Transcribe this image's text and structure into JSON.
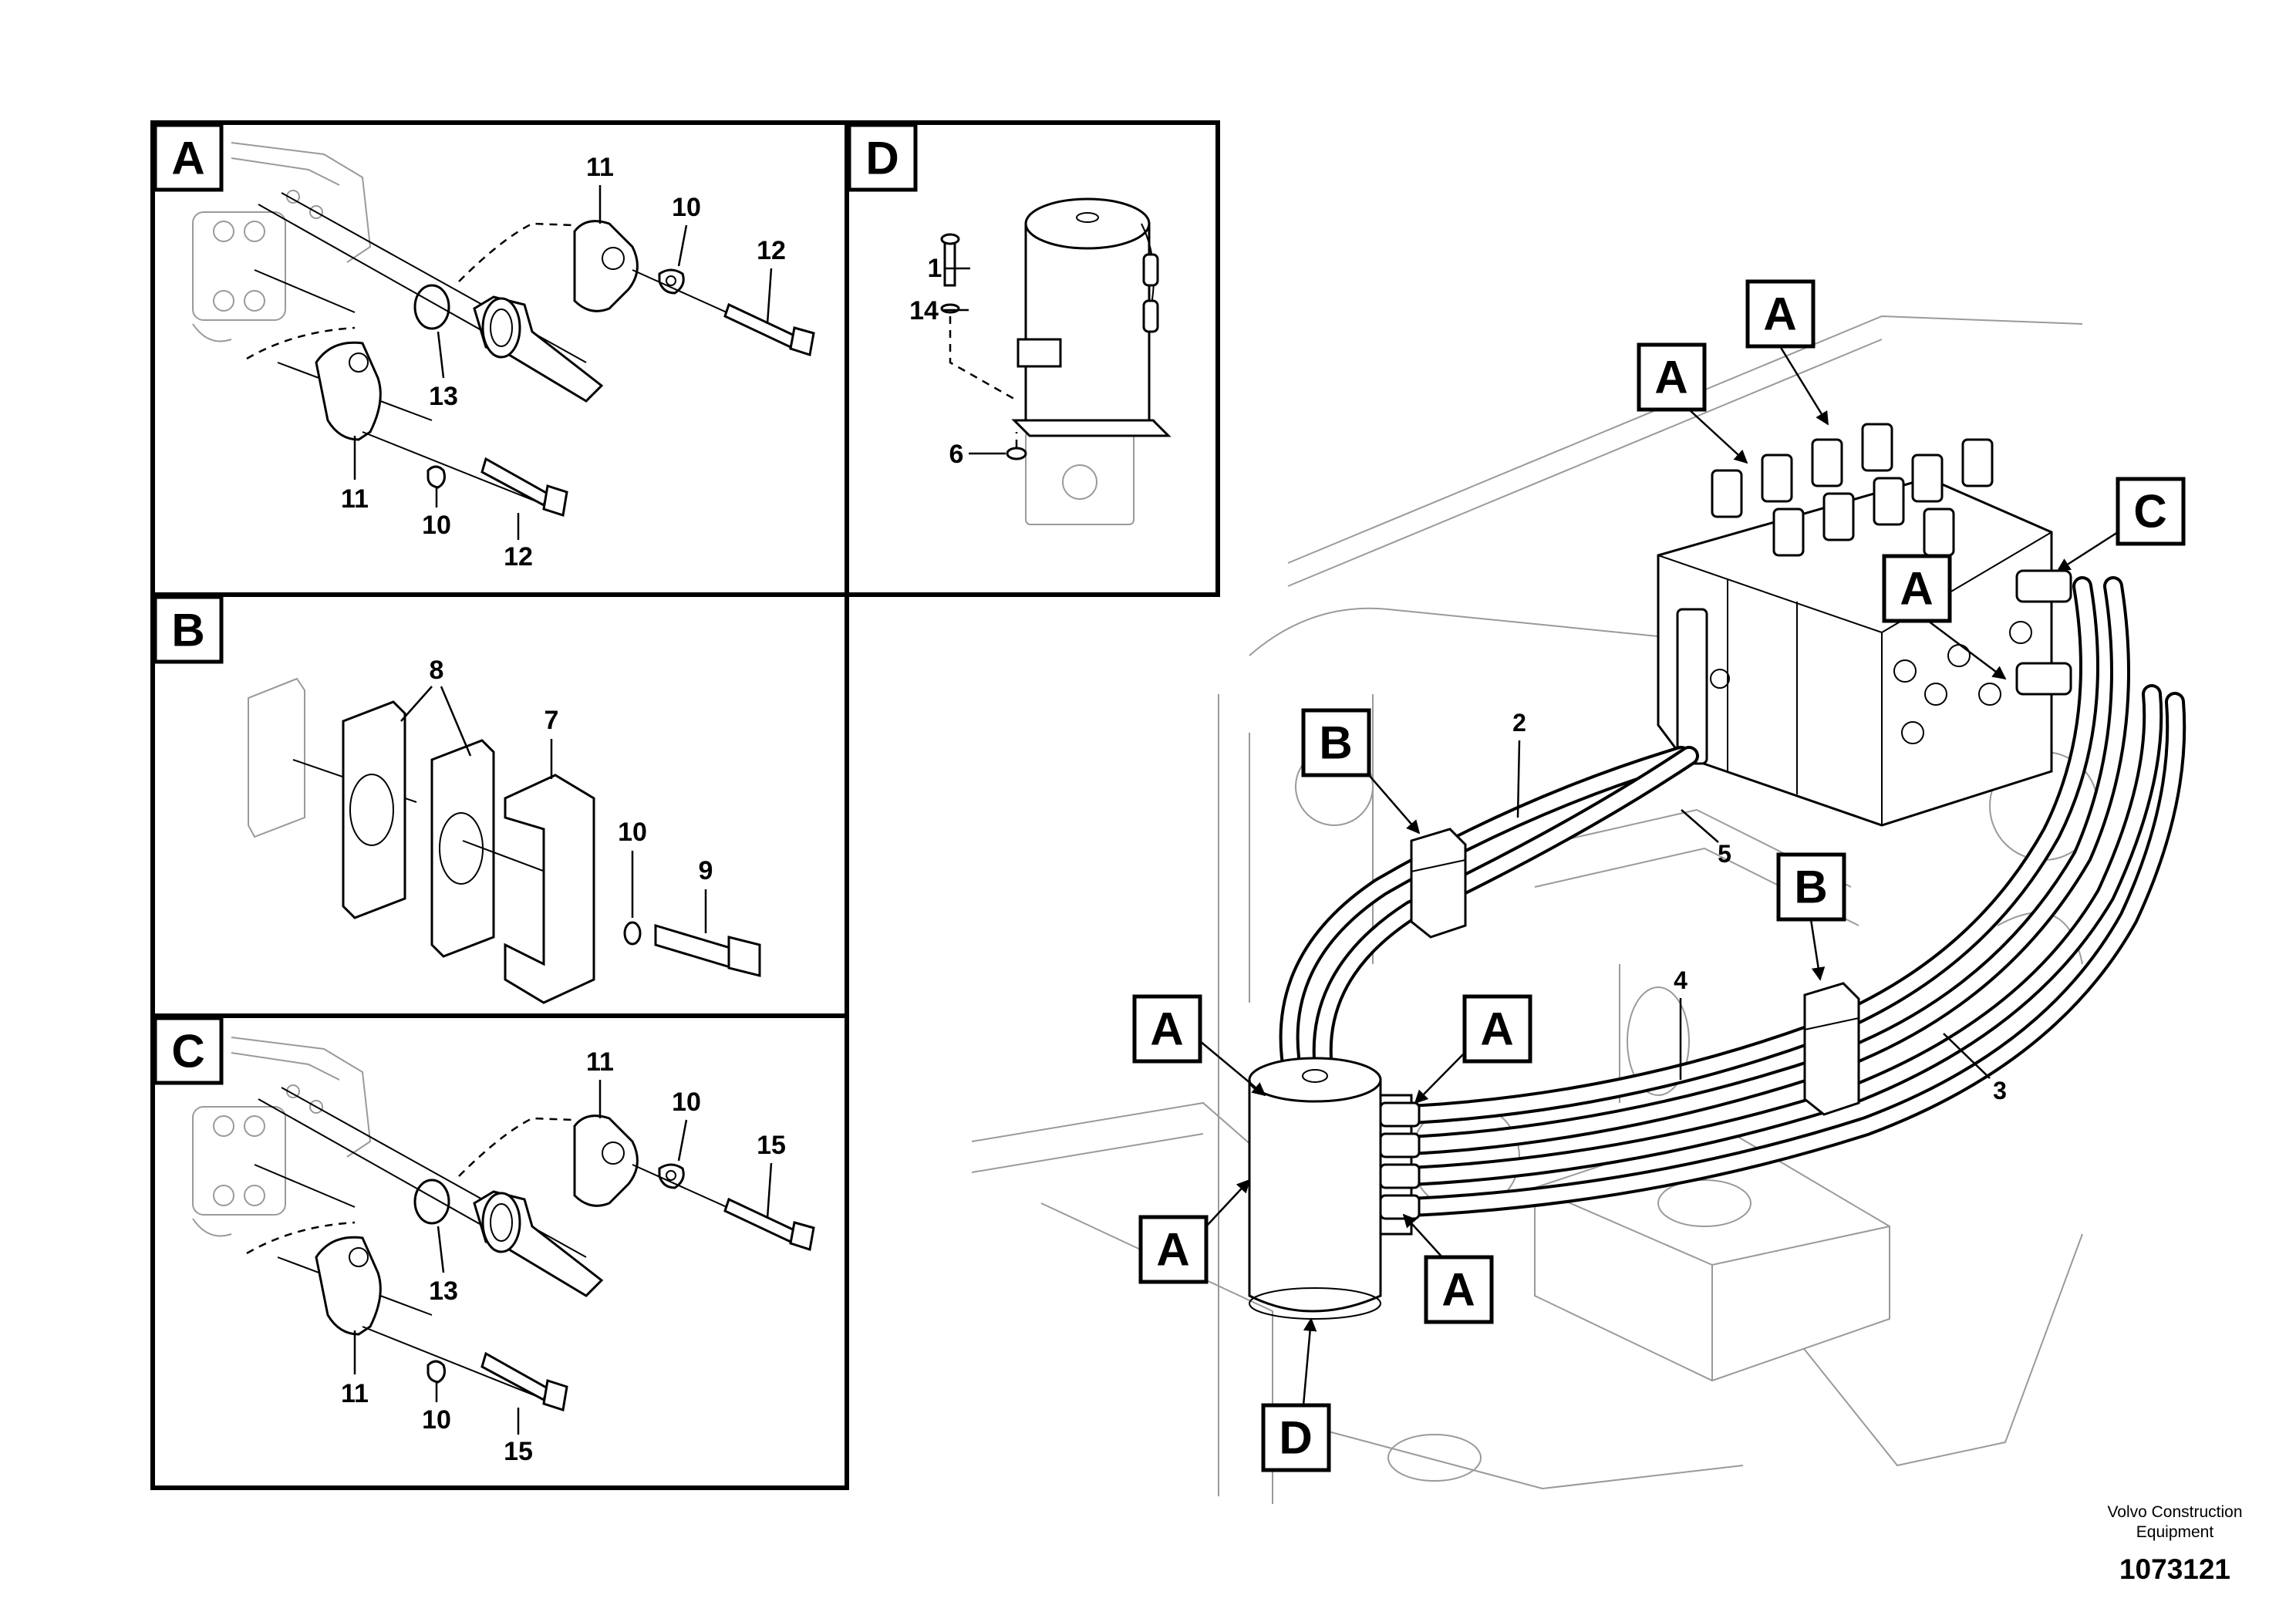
{
  "panels": {
    "A": {
      "tag": "A",
      "labels": {
        "clamp_top": "11",
        "washer_top": "10",
        "screw_top": "12",
        "oring": "13",
        "clamp_bottom": "11",
        "washer_bottom": "10",
        "screw_bottom": "12"
      }
    },
    "B": {
      "tag": "B",
      "labels": {
        "blocks": "8",
        "bracket": "7",
        "washer": "10",
        "bolt": "9"
      }
    },
    "C": {
      "tag": "C",
      "labels": {
        "clamp_top": "11",
        "washer_top": "10",
        "screw_top": "15",
        "oring": "13",
        "clamp_bottom": "11",
        "washer_bottom": "10",
        "screw_bottom": "15"
      }
    },
    "D": {
      "tag": "D",
      "labels": {
        "bolt": "1",
        "washer": "14",
        "nut": "6"
      }
    }
  },
  "main": {
    "callouts": [
      "A",
      "A",
      "C",
      "A",
      "B",
      "B",
      "A",
      "A",
      "A",
      "A",
      "D"
    ],
    "hose_labels": {
      "h2": "2",
      "h5": "5",
      "h4": "4",
      "h3": "3"
    }
  },
  "footer": {
    "credit_line1": "Volvo Construction",
    "credit_line2": "Equipment",
    "drawing_number": "1073121"
  }
}
